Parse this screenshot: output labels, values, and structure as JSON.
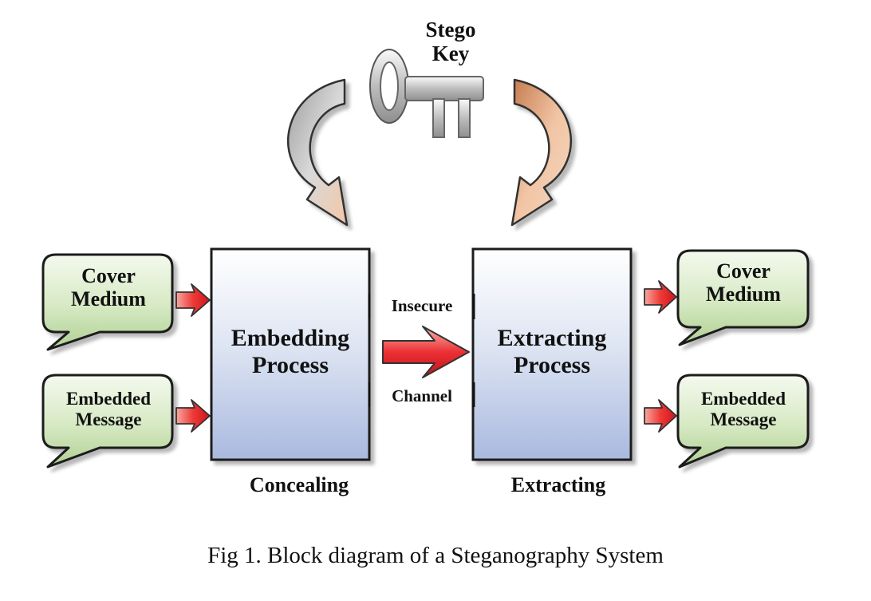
{
  "stego_key": {
    "line1": "Stego",
    "line2": "Key"
  },
  "left_inputs": {
    "cover": {
      "line1": "Cover",
      "line2": "Medium"
    },
    "message": {
      "line1": "Embedded",
      "line2": "Message"
    }
  },
  "right_outputs": {
    "cover": {
      "line1": "Cover",
      "line2": "Medium"
    },
    "message": {
      "line1": "Embedded",
      "line2": "Message"
    }
  },
  "embedding_box": {
    "line1": "Embedding",
    "line2": "Process",
    "caption": "Concealing"
  },
  "extracting_box": {
    "line1": "Extracting",
    "line2": "Process",
    "caption": "Extracting"
  },
  "channel": {
    "top": "Insecure",
    "bottom": "Channel"
  },
  "figure_caption": "Fig 1. Block diagram of a Steganography System",
  "colors": {
    "bubble_fill_top": "#eef5e6",
    "bubble_fill_bottom": "#b9d79e",
    "box_fill_top": "#ffffff",
    "box_fill_bottom": "#aebde0",
    "arrow_red": "#e8222a",
    "curved_arrow_left": "#bcbcbc",
    "curved_arrow_right": "#e3a47c"
  }
}
